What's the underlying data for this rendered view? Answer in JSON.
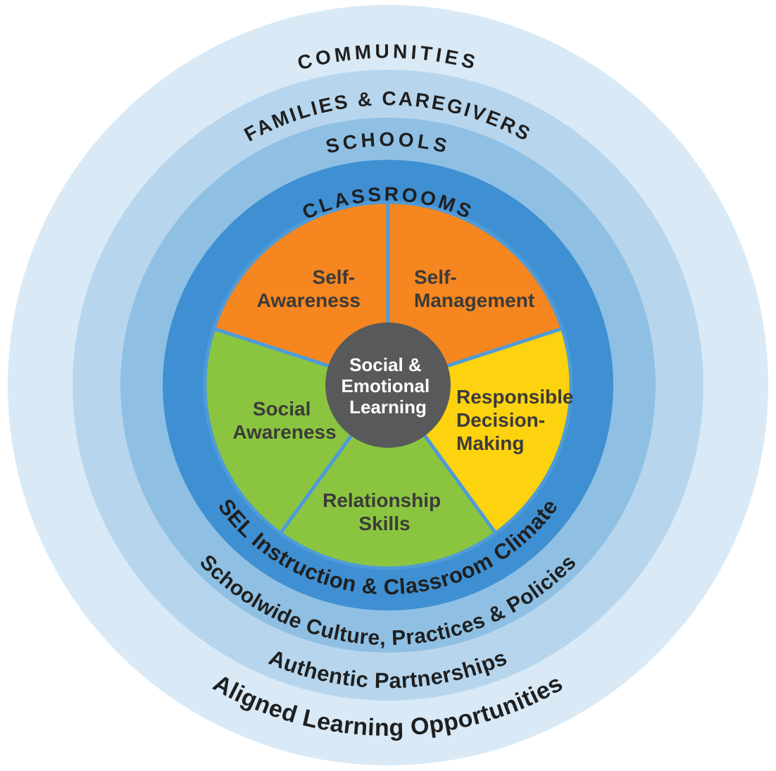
{
  "diagram_title": "Social & Emotional Learning framework wheel",
  "colors": {
    "background": "#ffffff",
    "ring_label": "#1f1f1f",
    "segment_label": "#3b3b3b",
    "divider": "#4f9bd8"
  },
  "rings": [
    {
      "name": "communities",
      "top_label": "COMMUNITIES",
      "bottom_label": "Aligned Learning Opportunities",
      "color": "#d9eaf6"
    },
    {
      "name": "families-caregivers",
      "top_label": "FAMILIES & CAREGIVERS",
      "bottom_label": "Authentic Partnerships",
      "color": "#b7d6ee"
    },
    {
      "name": "schools",
      "top_label": "SCHOOLS",
      "bottom_label": "Schoolwide Culture, Practices & Policies",
      "color": "#8fc0e4"
    },
    {
      "name": "classrooms",
      "top_label": "CLASSROOMS",
      "bottom_label": "SEL Instruction & Classroom Climate",
      "color": "#3f90d2"
    }
  ],
  "wheel": {
    "center": {
      "color": "#58595b",
      "text_color": "#ffffff",
      "lines": [
        "Social &",
        "Emotional",
        "Learning"
      ]
    },
    "segments": [
      {
        "name": "self-management",
        "color": "#f6861f",
        "lines": [
          "Self-",
          "Management"
        ]
      },
      {
        "name": "responsible-decision-making",
        "color": "#fdd20e",
        "lines": [
          "Responsible",
          "Decision-",
          "Making"
        ]
      },
      {
        "name": "relationship-skills",
        "color": "#8bc53f",
        "lines": [
          "Relationship",
          "Skills"
        ]
      },
      {
        "name": "social-awareness",
        "color": "#8bc53f",
        "lines": [
          "Social",
          "Awareness"
        ]
      },
      {
        "name": "self-awareness",
        "color": "#f6861f",
        "lines": [
          "Self-",
          "Awareness"
        ]
      }
    ]
  }
}
